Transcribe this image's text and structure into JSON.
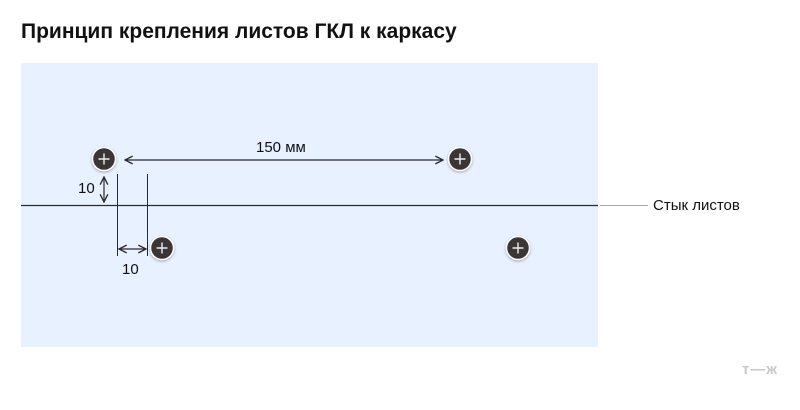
{
  "title": "Принцип крепления листов ГКЛ к каркасу",
  "labels": {
    "spacing_horizontal": "150 мм",
    "offset_vertical": "10",
    "offset_horizontal": "10",
    "joint": "Стык листов"
  },
  "logo_text": "т—ж",
  "colors": {
    "sheet": "#e8f1ff",
    "screw": "#3a3436",
    "line": "#2b2b2b",
    "logo": "#c8c8c8"
  },
  "icons": {
    "screw": "screw-icon"
  }
}
